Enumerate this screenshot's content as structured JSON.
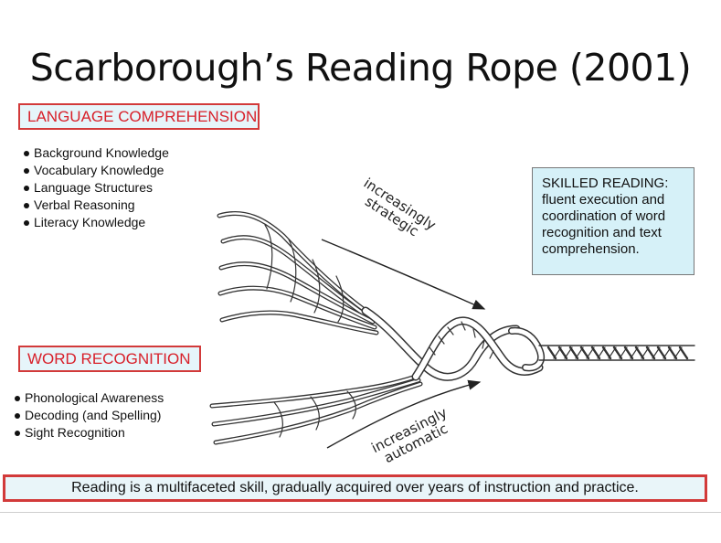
{
  "title": "Scarborough’s Reading Rope (2001)",
  "language_comprehension": {
    "heading": "LANGUAGE COMPREHENSION",
    "items": [
      "Background Knowledge",
      "Vocabulary Knowledge",
      "Language Structures",
      "Verbal Reasoning",
      "Literacy Knowledge"
    ]
  },
  "word_recognition": {
    "heading": "WORD RECOGNITION",
    "items": [
      "Phonological Awareness",
      "Decoding (and Spelling)",
      "Sight Recognition"
    ]
  },
  "skilled_reading": {
    "lines": [
      "SKILLED READING:",
      "fluent execution and",
      "coordination of word",
      "recognition and text",
      "comprehension."
    ]
  },
  "arrow_labels": {
    "strategic_line1": "increasingly",
    "strategic_line2": "strategic",
    "automatic_line1": "increasingly",
    "automatic_line2": "automatic"
  },
  "footer": "Reading is a multifaceted skill, gradually acquired over years of instruction and practice.",
  "colors": {
    "accent_red": "#d23a3a",
    "box_fill": "#d6f1f8",
    "heading_text": "#d8202a"
  }
}
